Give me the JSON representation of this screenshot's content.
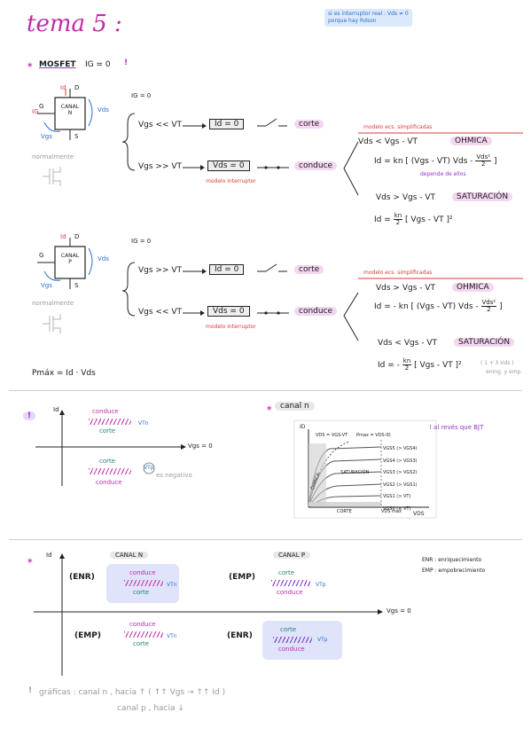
{
  "header": {
    "title": "tema 5 :",
    "note_line1": "si es interruptor real : Vds ≠ 0",
    "note_line2": "porque hay Rdson"
  },
  "mosfet": {
    "heading": "MOSFET",
    "ig_zero": "IG = 0",
    "bang": "!",
    "star": "∗"
  },
  "channel_n": {
    "id": "Id",
    "d": "D",
    "g": "G",
    "s": "S",
    "ig": "IG",
    "vds": "Vds",
    "vgs": "Vgs",
    "label_l1": "CANAL",
    "label_l2": "N",
    "normal": "normalmente",
    "ig0": "IG = 0",
    "row1_cond": "Vgs << VT",
    "row1_box": "Id = 0",
    "row1_state": "corte",
    "row2_cond": "Vgs >> VT",
    "row2_box": "Vds = 0",
    "row2_state": "conduce",
    "row2_sub": "modelo interruptor",
    "model_title": "modelo ecs. simplificadas",
    "ohm_cond": "Vds < Vgs - VT",
    "ohm_state": "OHMICA",
    "ohm_eq_pre": "Id = kn [ (Vgs - VT) Vds -",
    "ohm_eq_num": "Vds²",
    "ohm_eq_den": "2",
    "ohm_eq_post": "]",
    "ohm_note": "depende de ellos",
    "sat_cond": "Vds > Vgs - VT",
    "sat_state": "SATURACIÓN",
    "sat_eq_pre": "Id =",
    "sat_eq_num": "kn",
    "sat_eq_den": "2",
    "sat_eq_post": "[ Vgs - VT ]²"
  },
  "channel_p": {
    "id": "Id",
    "d": "D",
    "g": "G",
    "s": "S",
    "vds": "Vds",
    "vgs": "Vgs",
    "label_l1": "CANAL",
    "label_l2": "P",
    "normal": "normalmente",
    "ig0": "IG = 0",
    "row1_cond": "Vgs >> VT",
    "row1_box": "Id = 0",
    "row1_state": "corte",
    "row2_cond": "Vgs << VT",
    "row2_box": "Vds = 0",
    "row2_state": "conduce",
    "row2_sub": "modelo interruptor",
    "model_title": "modelo ecs. simplificadas",
    "ohm_cond": "Vds > Vgs - VT",
    "ohm_state": "OHMICA",
    "ohm_eq_pre": "Id = - kn [ (Vgs - VT) Vds -",
    "ohm_eq_num": "Vds²",
    "ohm_eq_den": "2",
    "ohm_eq_post": "]",
    "sat_cond": "Vds < Vgs - VT",
    "sat_state": "SATURACIÓN",
    "sat_eq_pre": "Id = -",
    "sat_eq_num": "kn",
    "sat_eq_den": "2",
    "sat_eq_post": "[ Vgs - VT ]²",
    "sat_note1": "( 1 + λ Vds )",
    "sat_note2": "ening. y emp."
  },
  "pmax": "Pmáx = Id · Vds",
  "graph1": {
    "bang": "!",
    "y_label": "Id",
    "x_label": "Vgs = 0",
    "top_label": "conduce",
    "top_bottom": "corte",
    "vtn": "VTn",
    "bot_top": "corte",
    "bot_label": "conduce",
    "vtp": "VTp",
    "neg_note": "es negativo"
  },
  "graph2": {
    "star": "∗",
    "title": "canal n",
    "id_axis": "ID",
    "vds_axis": "VDS",
    "top_left": "VDS = VGS-VT",
    "top_mid": "Pmax = VDS·ID",
    "sat": "SATURACIÓN",
    "ohm": "ÓHMICA",
    "corte": "CORTE",
    "vds_max": "VDS max",
    "curves": [
      "VGS5 (> VGS4)",
      "VGS4 (> VGS3)",
      "VGS3 (> VGS2)",
      "VGS2 (> VGS1)",
      "VGS1 (> VT)",
      "VGS0 (≤ VT)"
    ],
    "note": "! al revés que BJT"
  },
  "graph3": {
    "star": "∗",
    "y_label": "Id",
    "x_label": "Vgs = 0",
    "canal_n": "CANAL N",
    "canal_p": "CANAL P",
    "q1_tag": "(ENR)",
    "q1_top": "conduce",
    "q1_bot": "corte",
    "q1_vt": "VTn",
    "q2_tag": "(EMP)",
    "q2_top": "corte",
    "q2_bot": "conduce",
    "q2_vt": "VTp",
    "q3_tag": "(EMP)",
    "q3_top": "conduce",
    "q3_bot": "corte",
    "q3_vt": "VTn",
    "q4_tag": "(ENR)",
    "q4_top": "corte",
    "q4_bot": "conduce",
    "q4_vt": "VTp",
    "legend_enr": "ENR : enriquecimiento",
    "legend_emp": "EMP : empobrecimiento"
  },
  "footer": {
    "bang": "!",
    "line1": "gráficas :   canal n , hacia ↑  ( ↑↑ Vgs  →  ↑↑ Id )",
    "line2": "canal p , hacia ↓"
  }
}
